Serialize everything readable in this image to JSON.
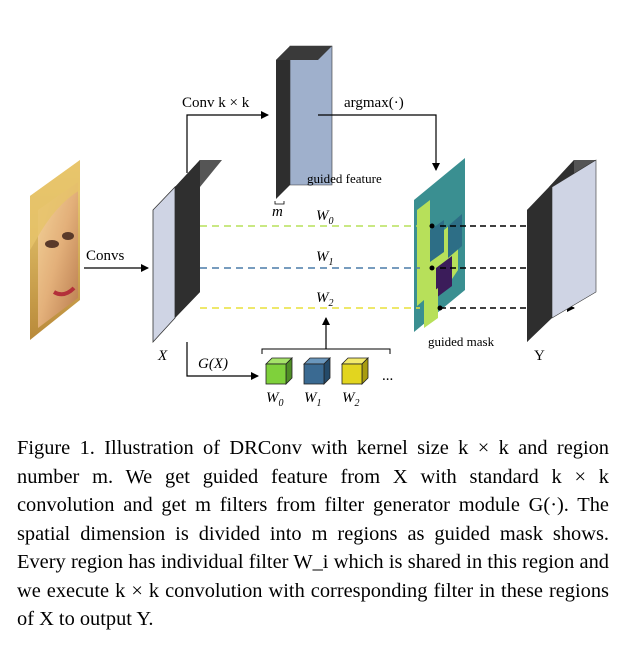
{
  "figure": {
    "labels": {
      "conv_kxk": "Conv k × k",
      "argmax": "argmax(·)",
      "guided_feature": "guided feature",
      "m": "m",
      "convs": "Convs",
      "x": "X",
      "gx": "G(X)",
      "guided_mask": "guided mask",
      "y": "Y",
      "w0_line": "W",
      "w0_sub": "0",
      "w1_line": "W",
      "w1_sub": "1",
      "w2_line": "W",
      "w2_sub": "2",
      "w0_cube": "W",
      "w1_cube": "W",
      "w2_cube": "W",
      "ellipsis": "..."
    },
    "colors": {
      "prism_face": "#cfd4e4",
      "prism_side": "#2e2e2e",
      "guided_feature": "#9fb0cc",
      "mask_bg": "#3a8f91",
      "line_w0": "#b7e05a",
      "line_w1": "#4a7ba8",
      "line_w2": "#e8e13a",
      "cube_w0": "#7fd13b",
      "cube_w1": "#3a6a92",
      "cube_w2": "#e2d51f"
    }
  },
  "caption": {
    "text": "Figure 1. Illustration of DRConv with kernel size k × k and region number m. We get guided feature from X with standard k × k convolution and get m filters from filter generator module G(·). The spatial dimension is divided into m regions as guided mask shows. Every region has individual filter W_i which is shared in this region and we execute k × k convolution with corresponding filter in these regions of X to output Y."
  }
}
